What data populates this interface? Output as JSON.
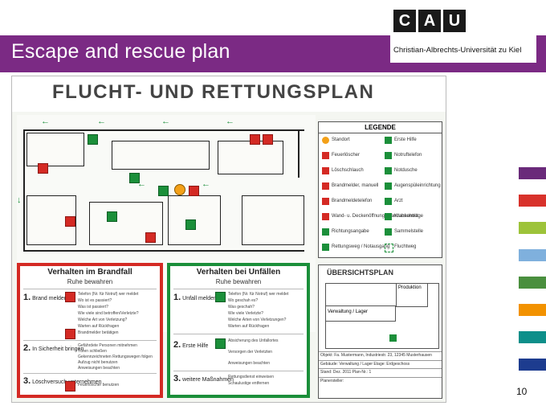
{
  "slide": {
    "title": "Escape and rescue plan",
    "page_number": "10"
  },
  "logo": {
    "letters": [
      "C",
      "A",
      "U"
    ],
    "university_name": "Christian-Albrechts-Universität zu Kiel"
  },
  "plan": {
    "title": "FLUCHT- UND RETTUNGSPLAN",
    "legend": {
      "title": "LEGENDE",
      "items_left": [
        "Standort",
        "Feuerlöscher",
        "Löschschlauch",
        "Brandmelder, manuell",
        "Brandmeldetelefon",
        "Wand- u. Deckenöffnung Brandabschnitt",
        "Richtungsangabe",
        "Rettungsweg / Notausgang"
      ],
      "items_right": [
        "Erste Hilfe",
        "Notruftelefon",
        "Notdusche",
        "Augenspüleinrichtung",
        "Arzt",
        "Krankentrage",
        "Sammelstelle",
        "Fluchtweg"
      ]
    },
    "overview": {
      "title": "ÜBERSICHTSPLAN",
      "labels": [
        "Produktion",
        "Verwaltung / Lager"
      ],
      "info_rows": [
        "Objekt:   Fa. Mustermann, Industriestr. 23, 12345 Musterhausen",
        "Gebäude: Verwaltung / Lager        Etage: Erdgeschoss",
        "Stand: Dez. 2011                   Plan-Nr.: 1",
        "Planersteller:"
      ]
    },
    "fire_box": {
      "heading": "Verhalten im Brandfall",
      "subheading": "Ruhe bewahren",
      "steps": [
        {
          "num": "1.",
          "label": "Brand melden"
        },
        {
          "num": "2.",
          "label": "In Sicherheit bringen"
        },
        {
          "num": "3.",
          "label": "Löschversuch unternehmen"
        }
      ],
      "details": [
        "Telefon (Nr. für Notruf) wer meldet",
        "Wo ist es passiert?",
        "Was ist passiert?",
        "Wie viele sind betroffen/Verletzte?",
        "Welche Art von Verletzung?",
        "Warten auf Rückfragen",
        "Brandmelder betätigen",
        "Gefährdete Personen mitnehmen",
        "Türen schließen",
        "Gekennzeichneten Rettungswegen folgen",
        "Aufzug nicht benutzen",
        "Anweisungen beachten",
        "Feuerlöscher benutzen"
      ]
    },
    "accident_box": {
      "heading": "Verhalten bei Unfällen",
      "subheading": "Ruhe bewahren",
      "steps": [
        {
          "num": "1.",
          "label": "Unfall melden"
        },
        {
          "num": "2.",
          "label": "Erste Hilfe"
        },
        {
          "num": "3.",
          "label": "weitere Maßnahmen"
        }
      ],
      "details": [
        "Telefon (Nr. für Notruf) wer meldet",
        "Wo geschah es?",
        "Was geschah?",
        "Wie viele Verletzte?",
        "Welche Arten von Verletzungen?",
        "Warten auf Rückfragen",
        "Absicherung des Unfallortes",
        "Versorgen der Verletzten",
        "Anweisungen beachten",
        "Rettungsdienst einweisen",
        "Schaulustige entfernen"
      ]
    }
  },
  "colors": {
    "purple": "#7b2a84",
    "escape_green": "#1b8f3a",
    "fire_red": "#d42a24",
    "side_bars": [
      "#6a2a7a",
      "#d8322b",
      "#9dc33a",
      "#7fb0dd",
      "#4a8f3e",
      "#f29200",
      "#0d8f8a",
      "#1d3c8f"
    ]
  }
}
